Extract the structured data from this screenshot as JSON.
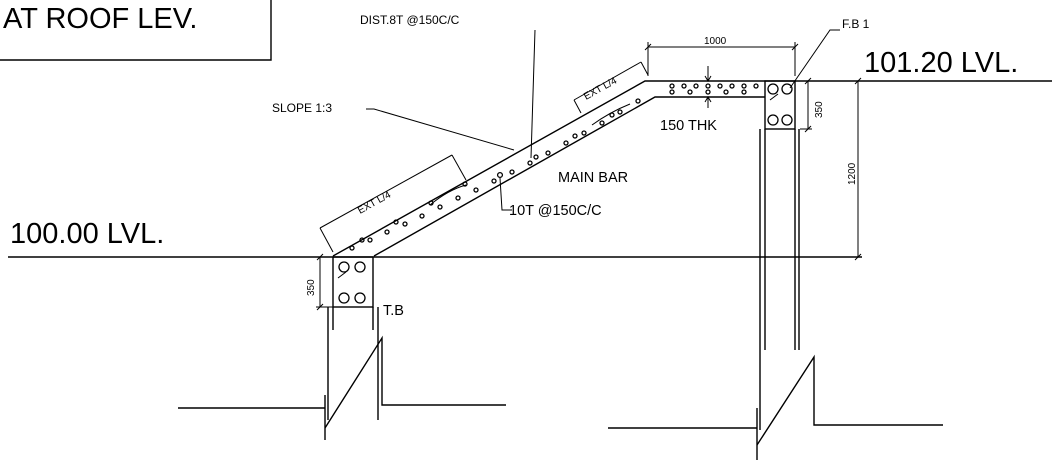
{
  "title_box": {
    "text": "AT ROOF LEV."
  },
  "levels": {
    "top": "101.20 LVL.",
    "bottom": "100.00 LVL."
  },
  "labels": {
    "dist_bar": "DIST.8T @150C/C",
    "fb": "F.B 1",
    "slope": "SLOPE 1:3",
    "thickness": "150 THK",
    "main_bar": "MAIN BAR",
    "main_bar_spec": "10T @150C/C",
    "tb": "T.B",
    "ext_lower": "EXT L/4",
    "ext_upper": "EXT L/4"
  },
  "dimensions": {
    "top_width": "1000",
    "fb_depth": "350",
    "rise": "1200",
    "tb_depth": "350"
  }
}
